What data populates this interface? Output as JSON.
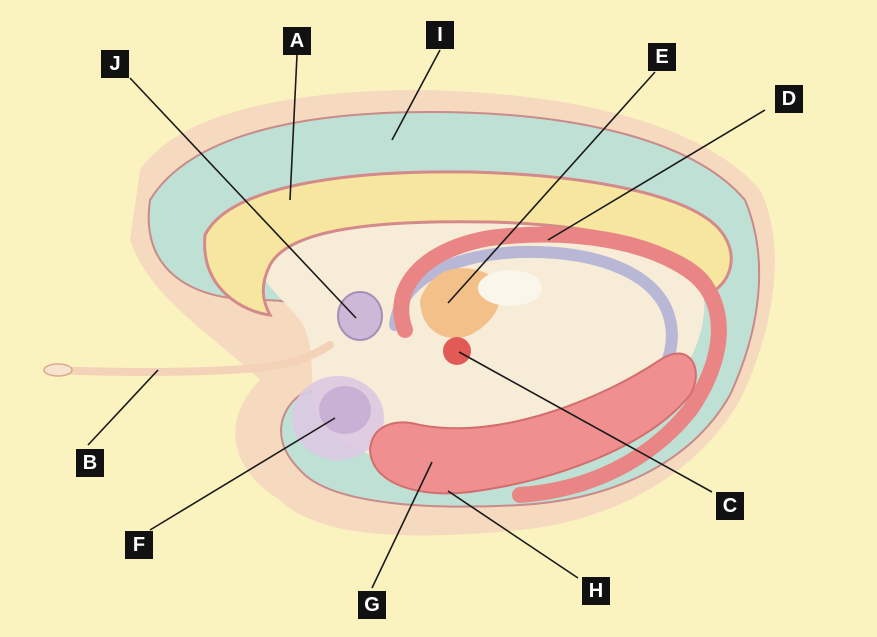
{
  "labels": {
    "A": "A",
    "B": "B",
    "C": "C",
    "D": "D",
    "E": "E",
    "F": "F",
    "G": "G",
    "H": "H",
    "I": "I",
    "J": "J"
  },
  "colors": {
    "page_background": "#fbf3bf",
    "outer_glow": "#f2cdb7",
    "cingulate_green": "#bfe0d4",
    "cingulate_outline": "#c98a8a",
    "corpus_yellow": "#f7e6a0",
    "fornix_red": "#e98585",
    "fornix_blue": "#b8b8d6",
    "thalamus_orange": "#f3c08a",
    "hippocampus_pink": "#ef8f8f",
    "amygdala_lilac": "#cdb8d8",
    "label_background": "#111111",
    "label_text": "#ffffff"
  }
}
